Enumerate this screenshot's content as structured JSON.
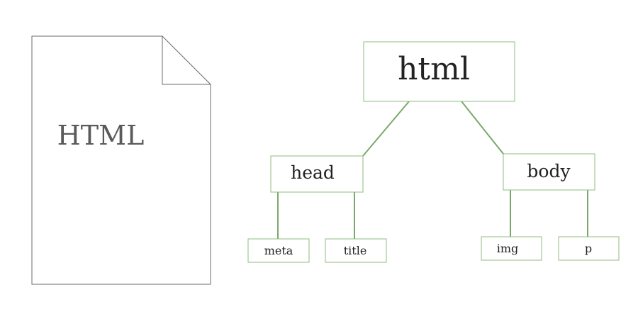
{
  "document": {
    "label": "HTML"
  },
  "tree": {
    "root": "html",
    "children": [
      "head",
      "body"
    ],
    "head": {
      "label": "head",
      "children": [
        "meta",
        "title"
      ]
    },
    "body": {
      "label": "body",
      "children": [
        "img",
        "p"
      ]
    }
  },
  "colors": {
    "edge": "#7aa86a",
    "box_border": "#8fbc82",
    "document_stroke": "#6b6b6b",
    "document_text": "#5a5a5a"
  }
}
